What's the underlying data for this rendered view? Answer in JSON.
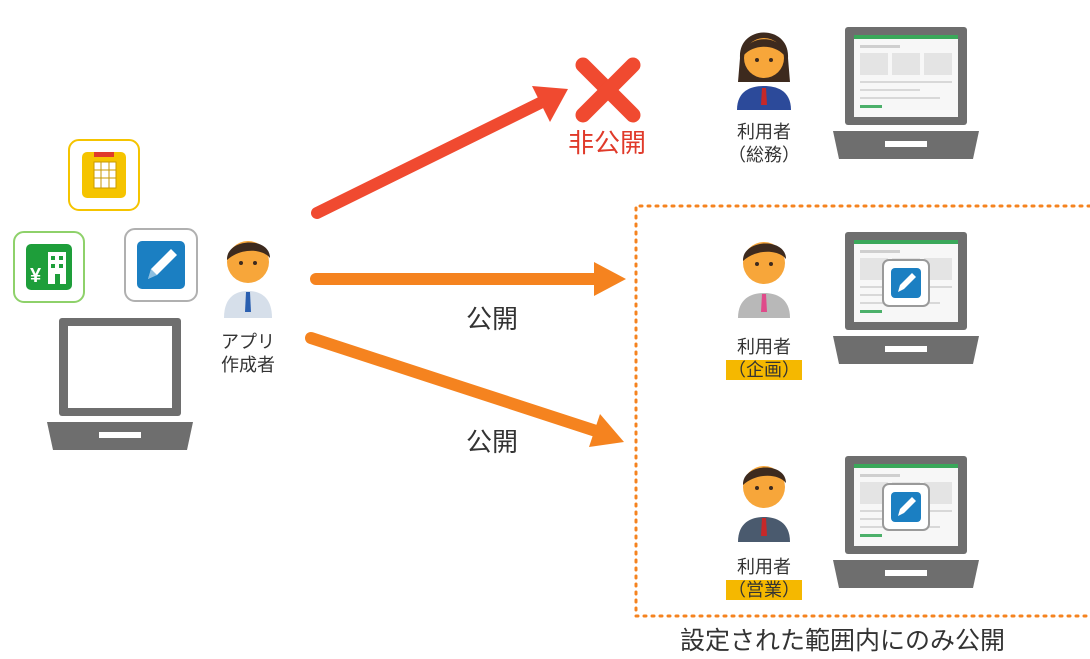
{
  "creator": {
    "line1": "アプリ",
    "line2": "作成者"
  },
  "arrows": {
    "private_label": "非公開",
    "public_label_1": "公開",
    "public_label_2": "公開"
  },
  "users": [
    {
      "role": "利用者",
      "dept": "（総務）",
      "access": "denied"
    },
    {
      "role": "利用者",
      "dept": "（企画）",
      "access": "granted"
    },
    {
      "role": "利用者",
      "dept": "（営業）",
      "access": "granted"
    }
  ],
  "scope_caption": "設定された範囲内にのみ公開",
  "colors": {
    "denied_red": "#f04a30",
    "public_orange": "#f5831f",
    "highlight_yellow": "#f5b800",
    "laptop_gray": "#6e6e6e",
    "app_green": "#1e9e3a",
    "app_blue": "#1b7fc2",
    "app_yellow": "#f5c400"
  },
  "icons": [
    "calendar-app-icon",
    "finance-app-icon",
    "edit-app-icon",
    "laptop-icon",
    "person-icon",
    "cross-icon"
  ]
}
